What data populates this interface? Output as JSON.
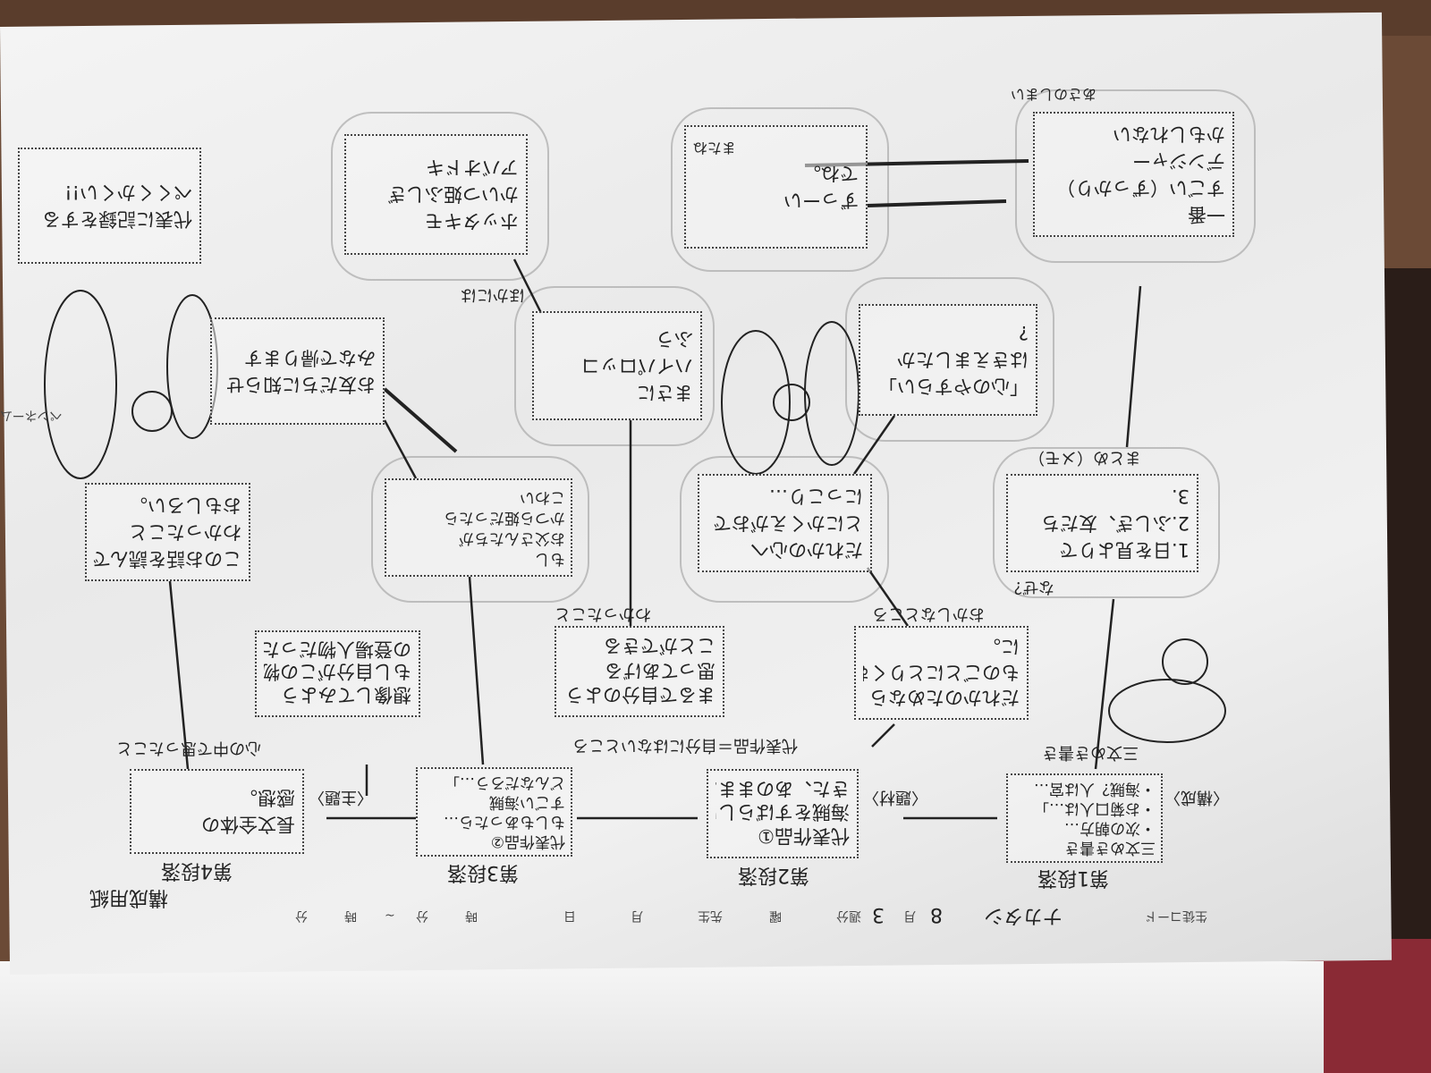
{
  "sheet": {
    "title": "構成用紙",
    "header_fields": [
      "生徒コード",
      "ナカタシ",
      "8",
      "月",
      "3",
      "週分",
      "曜",
      "先生",
      "月",
      "日",
      "時",
      "分",
      "~",
      "時",
      "分"
    ],
    "paragraph_labels": [
      "第1段落",
      "第2段落",
      "第3段落",
      "第4段落"
    ],
    "side_labels": [
      "〈構成〉",
      "〈題材〉",
      "〈主題〉",
      "ペンネーム"
    ]
  },
  "boxes": [
    {
      "id": "b1",
      "lines": [
        "代表に記録をする",
        "ぺくくかくい!!"
      ]
    },
    {
      "id": "b2",
      "lines": [
        "ホッタキモ",
        "かいつ姫ふしぎ",
        "アバオドキ"
      ]
    },
    {
      "id": "b3",
      "lines": [
        "ずっーい",
        "でね。"
      ]
    },
    {
      "id": "b4",
      "lines": [
        "一番",
        "すごい（ずっかり）",
        "デンジャー",
        "かもしれない"
      ]
    },
    {
      "id": "b5",
      "lines": [
        "まさに",
        "ハイパロッコ",
        "ふう"
      ]
    },
    {
      "id": "b6",
      "lines": [
        "「心のやすらい」",
        "はきえましたか",
        "?"
      ]
    },
    {
      "id": "b7",
      "lines": [
        "お友だちに知らせ",
        "みなで帰ります"
      ]
    },
    {
      "id": "b8",
      "lines": [
        "もし",
        "お父さんたちが",
        "かつら姫だったら",
        "こわい"
      ]
    },
    {
      "id": "b9",
      "lines": [
        "だれかの心へ",
        "とにかくえがおで",
        "にっこり…"
      ]
    },
    {
      "id": "b10",
      "lines": [
        "1.日を見よりで",
        "2.ふしぎ、友だち",
        "3."
      ]
    },
    {
      "id": "b11",
      "lines": [
        "このお話を読んで",
        "わかったこと",
        "おもしろい。"
      ]
    },
    {
      "id": "b12",
      "lines": [
        "まるで自分のように",
        "思ってあげる",
        "ことができる"
      ]
    },
    {
      "id": "b13",
      "lines": [
        "だれかのためなら",
        "ものごとにとりくむ",
        "に。"
      ]
    },
    {
      "id": "b14",
      "lines": [
        "想像してみよう",
        "もし自分がこの物語",
        "の登場人物だったら"
      ]
    },
    {
      "id": "b15",
      "lines": [
        "長文全体の",
        "感想。"
      ]
    },
    {
      "id": "b16",
      "lines": [
        "代表作品②",
        "もしもあったら…",
        "すごい海賊",
        "どんなだろう…」"
      ]
    },
    {
      "id": "b17",
      "lines": [
        "代表作品①",
        "海賊をすばらしいあの",
        "きた、あのまま…"
      ]
    },
    {
      "id": "b18",
      "lines": [
        "三文めき書き",
        "・次の朝方…",
        "・お菊口人は…」",
        "・海賊？人は宮…"
      ]
    }
  ],
  "notes": [
    "三文めき書き",
    "代表作品＝自分にはないところ",
    "心の中で思ったこと",
    "わかったこと",
    "おかしなところ",
    "ほかには",
    "まとめ（メモ）",
    "なぜ？",
    "あさのしまい",
    "またね"
  ]
}
